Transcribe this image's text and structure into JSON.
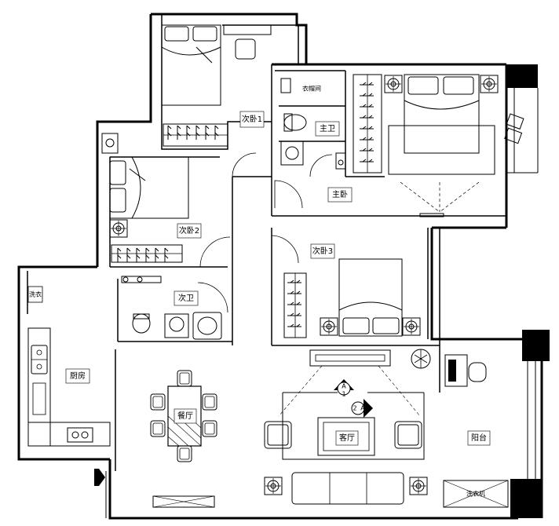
{
  "rooms": {
    "second_bedroom_1": "次卧1",
    "second_bedroom_2": "次卧2",
    "second_bedroom_3": "次卧3",
    "master_bedroom": "主卧",
    "master_bath": "主卫",
    "secondary_bath": "次卫",
    "dressing_room": "衣帽间",
    "kitchen": "厨房",
    "dining": "餐厅",
    "living": "客厅",
    "balcony": "阳台",
    "laundry": "洗衣",
    "bottom_right_label": "洗衣机"
  },
  "markers": {
    "a1": "A",
    "a1_num": "1",
    "a2": "A",
    "a2_num": "2"
  }
}
